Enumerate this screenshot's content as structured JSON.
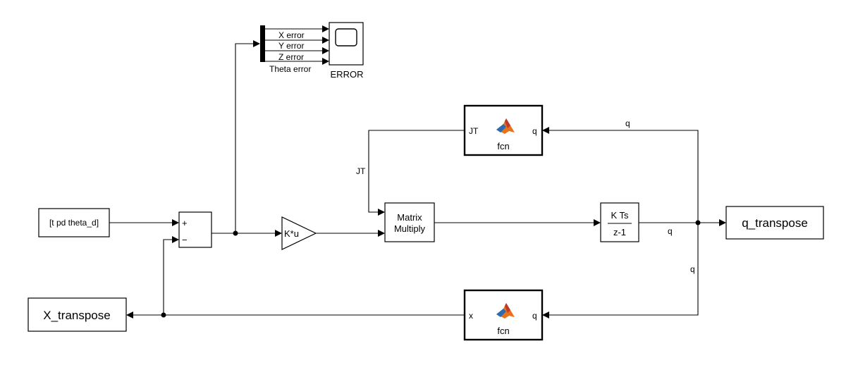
{
  "blocks": {
    "constant": {
      "label": "[t pd theta_d]"
    },
    "sum": {
      "plus": "+",
      "minus": "−"
    },
    "gain": {
      "label": "K*u"
    },
    "matrix_multiply": {
      "line1": "Matrix",
      "line2": "Multiply"
    },
    "integrator": {
      "num": "K Ts",
      "den": "z-1"
    },
    "q_transpose": {
      "label": "q_transpose"
    },
    "x_transpose": {
      "label": "X_transpose"
    },
    "fcn_jt": {
      "name": "fcn",
      "in_port": "q",
      "out_port": "JT"
    },
    "fcn_x": {
      "name": "fcn",
      "in_port": "q",
      "out_port": "x"
    },
    "scope": {
      "label": "ERROR"
    },
    "mux": {
      "signals": [
        "X error",
        "Y error",
        "Z error",
        "Theta error"
      ]
    }
  },
  "signal_labels": {
    "jt_line": "JT",
    "q_top": "q",
    "q_mid": "q",
    "q_right": "q"
  },
  "colors": {
    "matlab_orange": "#E8721C",
    "matlab_blue": "#2B6CB0"
  }
}
